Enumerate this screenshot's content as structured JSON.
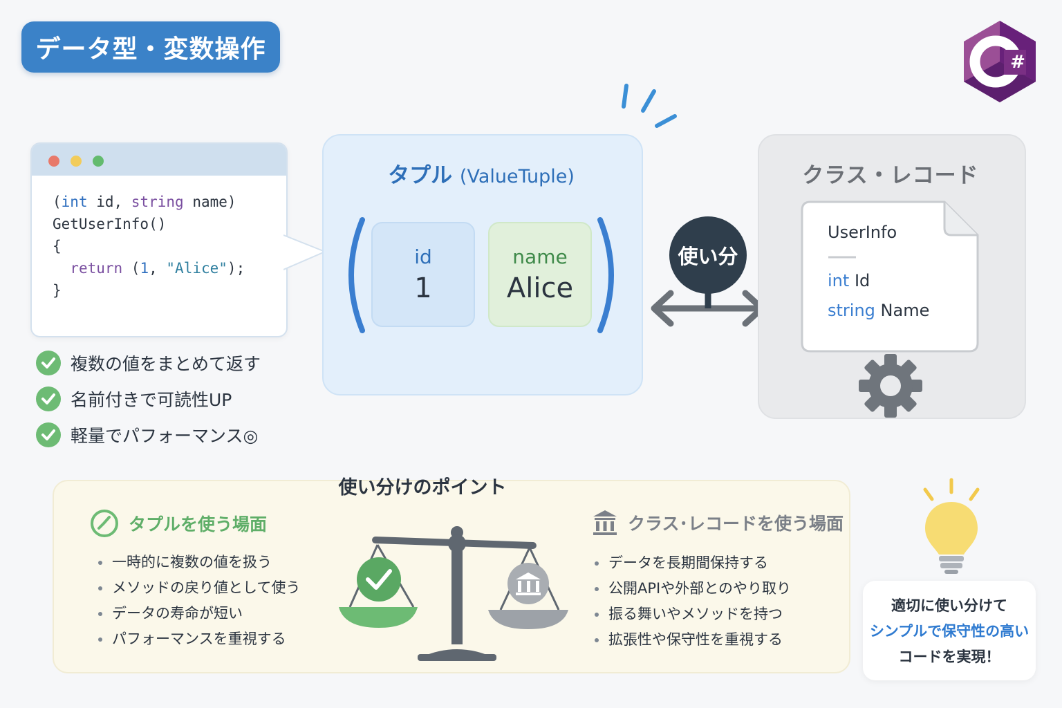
{
  "header": {
    "title": "データ型・変数操作"
  },
  "code": {
    "lines": [
      [
        {
          "t": "(",
          "c": ""
        },
        {
          "t": "int",
          "c": "kw"
        },
        {
          "t": " id, ",
          "c": ""
        },
        {
          "t": "string",
          "c": "kw2"
        },
        {
          "t": " name)",
          "c": ""
        }
      ],
      [
        {
          "t": "GetUserInfo()",
          "c": ""
        }
      ],
      [
        {
          "t": "{",
          "c": ""
        }
      ],
      [
        {
          "t": "  ",
          "c": ""
        },
        {
          "t": "return",
          "c": "kw2"
        },
        {
          "t": " (",
          "c": ""
        },
        {
          "t": "1",
          "c": "num"
        },
        {
          "t": ", ",
          "c": ""
        },
        {
          "t": "\"Alice\"",
          "c": "str"
        },
        {
          "t": ");",
          "c": ""
        }
      ],
      [
        {
          "t": "}",
          "c": ""
        }
      ]
    ]
  },
  "benefits": [
    "複数の値をまとめて返す",
    "名前付きで可読性UP",
    "軽量でパフォーマンス◎"
  ],
  "tuple": {
    "title": "タプル",
    "subtitle": "(ValueTuple)",
    "fields": [
      {
        "label": "id",
        "value": "1"
      },
      {
        "label": "name",
        "value": "Alice"
      }
    ]
  },
  "hub_label": "使い分",
  "class_record": {
    "title": "クラス・レコード",
    "doc_title": "UserInfo",
    "members": [
      {
        "type": "int",
        "name": "Id"
      },
      {
        "type": "string",
        "name": "Name"
      }
    ]
  },
  "points": {
    "title": "使い分けのポイント",
    "tuple_section": {
      "title": "タプルを使う場面",
      "items": [
        "一時的に複数の値を扱う",
        "メソッドの戻り値として使う",
        "データの寿命が短い",
        "パフォーマンスを重視する"
      ]
    },
    "class_section": {
      "title": "クラス･レコードを使う場面",
      "items": [
        "データを長期間保持する",
        "公開APIや外部とのやり取り",
        "振る舞いやメソッドを持つ",
        "拡張性や保守性を重視する"
      ]
    }
  },
  "takeaway": {
    "line1": "適切に使い分けて",
    "line2": "シンプルで保守性の高い",
    "line3": "コードを実現！"
  },
  "colors": {
    "primary_blue": "#3b82c8",
    "tuple_green": "#6dbb74",
    "class_gray": "#8a8f95",
    "csharp_purple": "#68217a"
  },
  "icons": {
    "logo": "csharp-logo-icon",
    "check": "check-circle-icon",
    "gear": "gear-icon",
    "bank": "bank-icon",
    "scale": "balance-scale-icon",
    "bulb": "lightbulb-icon"
  }
}
